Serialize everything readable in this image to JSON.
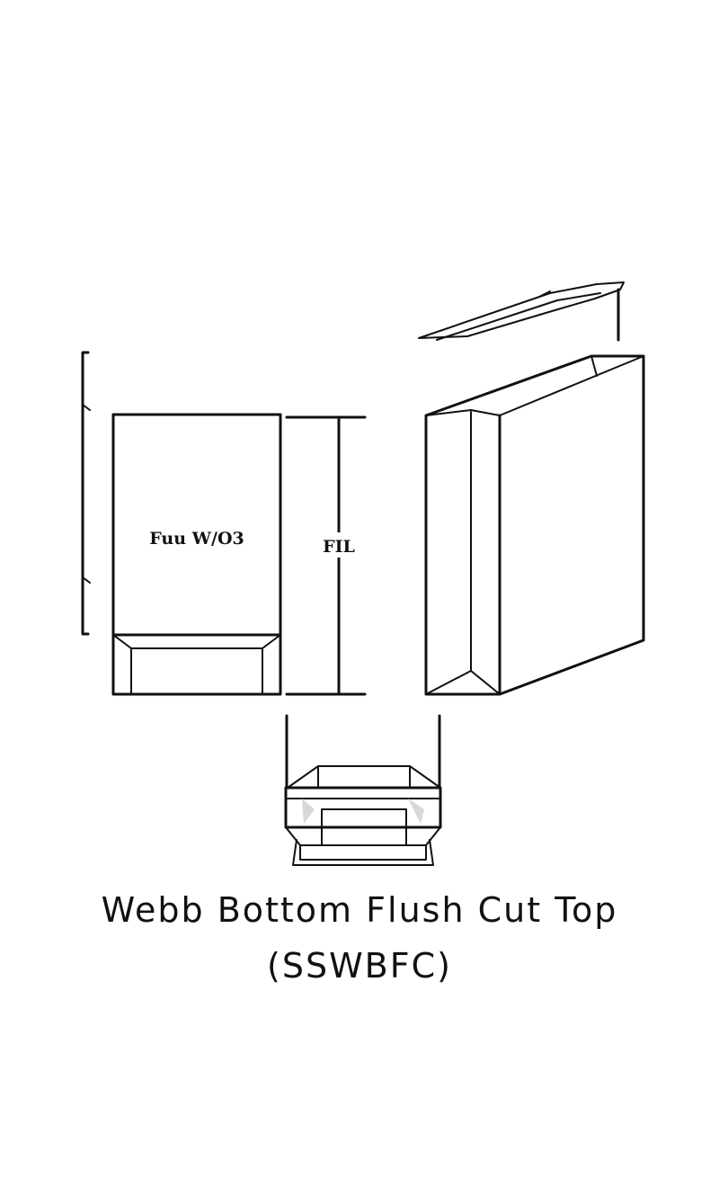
{
  "diagram": {
    "front_view_label": "Fuu W/O3",
    "height_dimension_label": "FIL",
    "title": "Webb Bottom Flush Cut Top",
    "code": "(SSWBFC)"
  }
}
